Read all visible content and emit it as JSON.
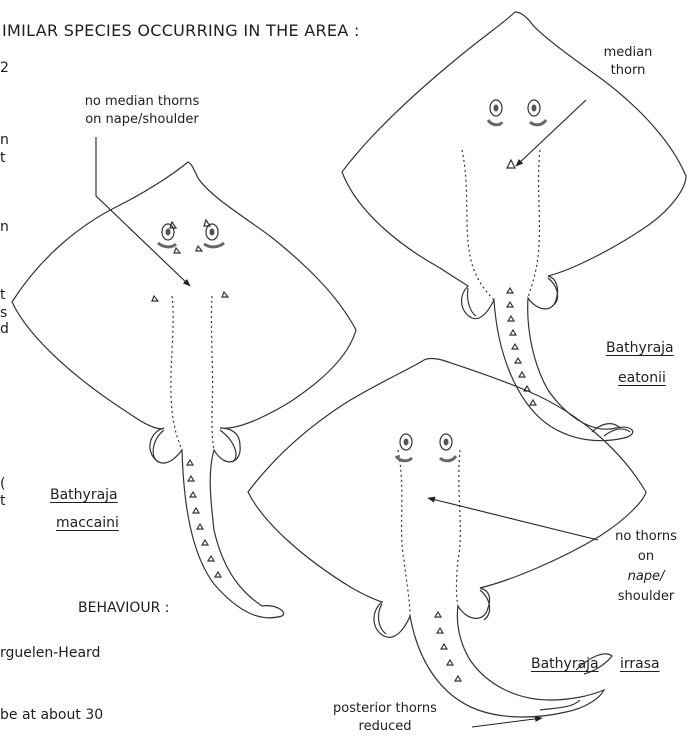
{
  "heading": "IMILAR SPECIES OCCURRING IN THE AREA :",
  "left_margin_fragments": [
    "2",
    "n",
    "t",
    "n",
    "t",
    "s",
    "d",
    "(",
    "t"
  ],
  "behaviour_heading": "BEHAVIOUR :",
  "body_fragments": [
    "rguelen-Heard",
    "be at about 30"
  ],
  "annotations": {
    "no_median_thorns": [
      "no median thorns",
      "on nape/shoulder"
    ],
    "median_thorn": [
      "median",
      "thorn"
    ],
    "no_thorns_on_nape": [
      "no thorns",
      "on",
      "nape/",
      "shoulder"
    ],
    "posterior_thorns": [
      "posterior thorns",
      "reduced"
    ]
  },
  "species": {
    "maccaini": [
      "Bathyraja",
      "maccaini"
    ],
    "eatonii": [
      "Bathyraja",
      "eatonii"
    ],
    "irrasa": [
      "Bathyraja",
      "irrasa"
    ]
  }
}
